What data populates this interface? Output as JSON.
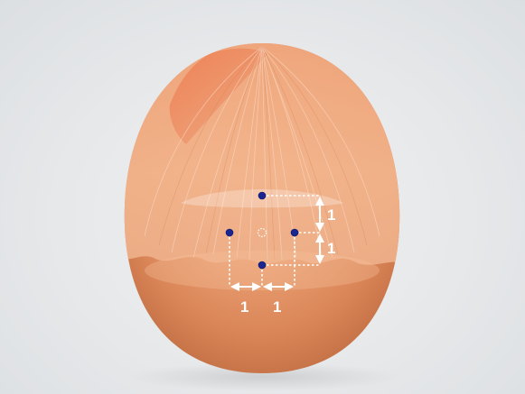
{
  "diagram": {
    "labels": {
      "upper_vertical": "1",
      "lower_vertical": "1",
      "left_horizontal": "1",
      "right_horizontal": "1"
    },
    "colors": {
      "background": "#e6e8ea",
      "head": "#e8a173",
      "hairline": "#e58a5e",
      "point": "#1a2590",
      "guide": "#ffffff"
    },
    "icons": {
      "points": "filled-dot",
      "center": "dashed-circle",
      "measure": "double-arrow"
    }
  }
}
